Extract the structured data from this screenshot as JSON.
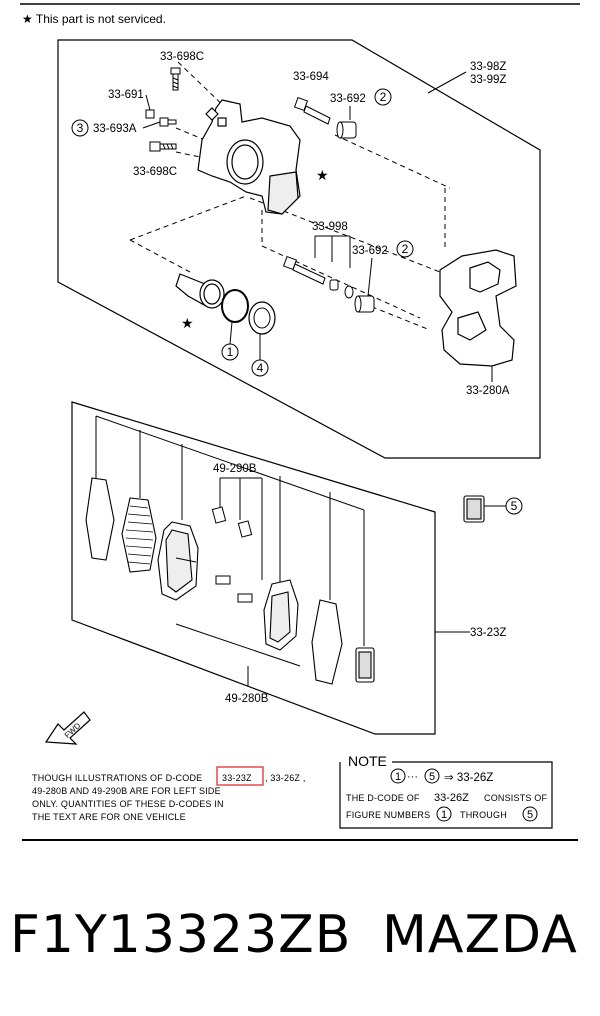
{
  "header": {
    "note": "★ This part is not serviced."
  },
  "caliper": {
    "label_698c_top": "33-698C",
    "label_691": "33-691",
    "label_693a": "33-693A",
    "circle_3": "3",
    "label_698c_bottom": "33-698C",
    "label_694": "33-694",
    "label_692_top": "33-692",
    "circle_2_top": "2",
    "label_98z": "33-98Z",
    "label_99z": "33-99Z",
    "star": "★",
    "label_998": "33-998",
    "label_692_mid": "33-692",
    "circle_2_mid": "2",
    "circle_1": "1",
    "circle_4": "4",
    "label_280a": "33-280A"
  },
  "pads": {
    "label_290b": "49-290B",
    "circle_5": "5",
    "label_23z": "33-23Z",
    "label_280b": "49-280B",
    "fwd": "FWD"
  },
  "footnote": {
    "line1_a": "THOUGH ILLUSTRATIONS OF D-CODE",
    "line1_hl": "33-23Z",
    "line1_b": ", 33-26Z ,",
    "line2": "49-280B  AND  49-290B  ARE FOR LEFT SIDE",
    "line3": "ONLY. QUANTITIES OF THESE D-CODES IN",
    "line4": "THE TEXT ARE FOR ONE VEHICLE"
  },
  "note_box": {
    "title": "NOTE",
    "c1": "1",
    "dots": "···",
    "c5": "5",
    "arrow_code": "⇒ 33-26Z",
    "line2_a": "THE D-CODE OF",
    "line2_code": "33-26Z",
    "line2_b": "CONSISTS OF",
    "line3_a": "FIGURE NUMBERS",
    "c1b": "1",
    "line3_b": "THROUGH",
    "c5b": "5"
  },
  "colors": {
    "highlight": "#e03030",
    "ink": "#000000"
  },
  "part_number": "F1Y13323ZB",
  "brand": "MAZDA"
}
